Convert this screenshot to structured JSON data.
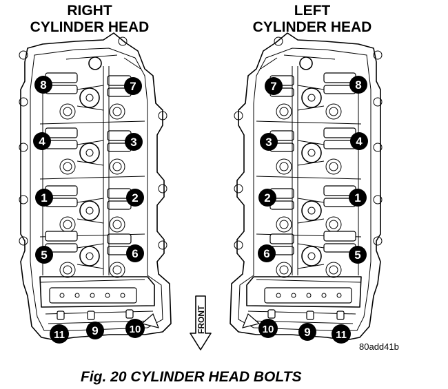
{
  "titles": {
    "right": {
      "line1": "RIGHT",
      "line2": "CYLINDER HEAD"
    },
    "left": {
      "line1": "LEFT",
      "line2": "CYLINDER HEAD"
    }
  },
  "bolt_labels": [
    "1",
    "2",
    "3",
    "4",
    "5",
    "6",
    "7",
    "8",
    "9",
    "10",
    "11"
  ],
  "front_label": "FRONT",
  "figure_id": "80add41b",
  "caption": "Fig. 20 CYLINDER HEAD BOLTS"
}
